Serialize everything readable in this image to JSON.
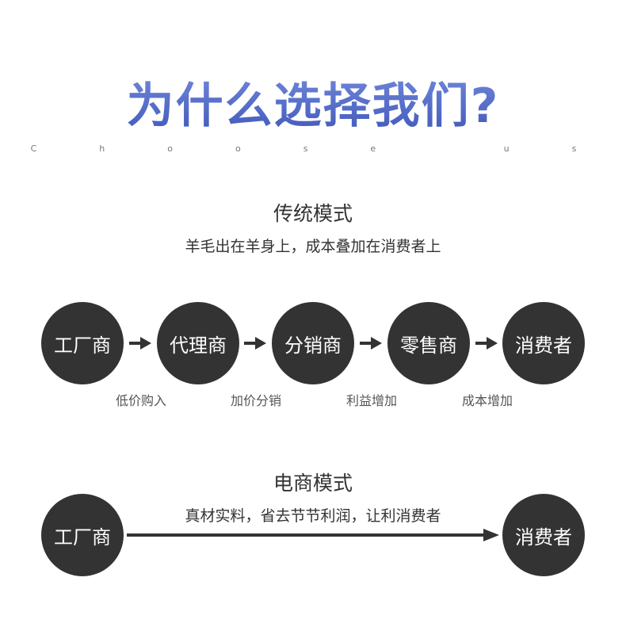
{
  "header": {
    "title": "为什么选择我们?",
    "subtitle_en": "C  h  o  o  s  e     u  s"
  },
  "traditional": {
    "title": "传统模式",
    "description": "羊毛出在羊身上，成本叠加在消费者上",
    "nodes": [
      "工厂商",
      "代理商",
      "分销商",
      "零售商",
      "消费者"
    ],
    "step_labels": [
      "低价购入",
      "加价分销",
      "利益增加",
      "成本增加"
    ]
  },
  "ecommerce": {
    "title": "电商模式",
    "description": "真材实料，省去节节利润，让利消费者",
    "nodes": [
      "工厂商",
      "消费者"
    ]
  },
  "colors": {
    "title_gradient_top": "#6f86d9",
    "title_gradient_bottom": "#3f56b8",
    "circle": "#333333",
    "arrow": "#333333"
  }
}
